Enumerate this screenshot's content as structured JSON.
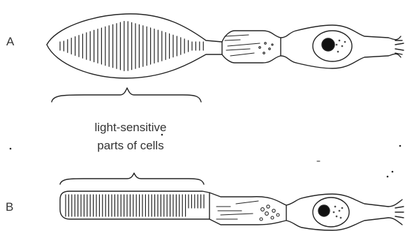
{
  "labels": {
    "cell_a": "A",
    "cell_b": "B"
  },
  "caption": {
    "line1": "light-sensitive",
    "line2": "parts of cells"
  },
  "style": {
    "ink": "#222222"
  }
}
